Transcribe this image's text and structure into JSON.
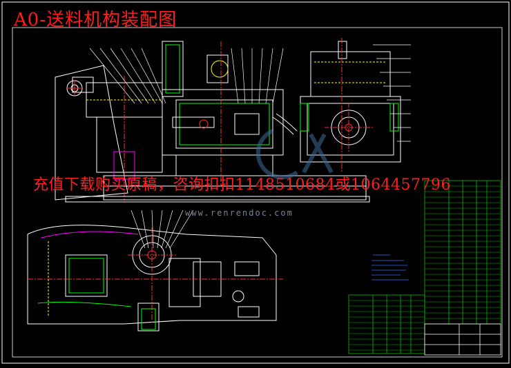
{
  "title": "A0-送料机构装配图",
  "watermark": "充值下载购买原稿，咨询扣扣1148510684或1064457796",
  "watermark_url": "www.renrendoc.com",
  "colors": {
    "background": "#000000",
    "frame": "#ffffff",
    "outline": "#ffffff",
    "centerline": "#ff3030",
    "hidden": "#ffff00",
    "hatch": "#00ff00",
    "magenta": "#ff00ff",
    "cyan": "#00ffff",
    "blue_note": "#3b6bff",
    "table_green": "#00c000",
    "leader": "#ffffff"
  }
}
